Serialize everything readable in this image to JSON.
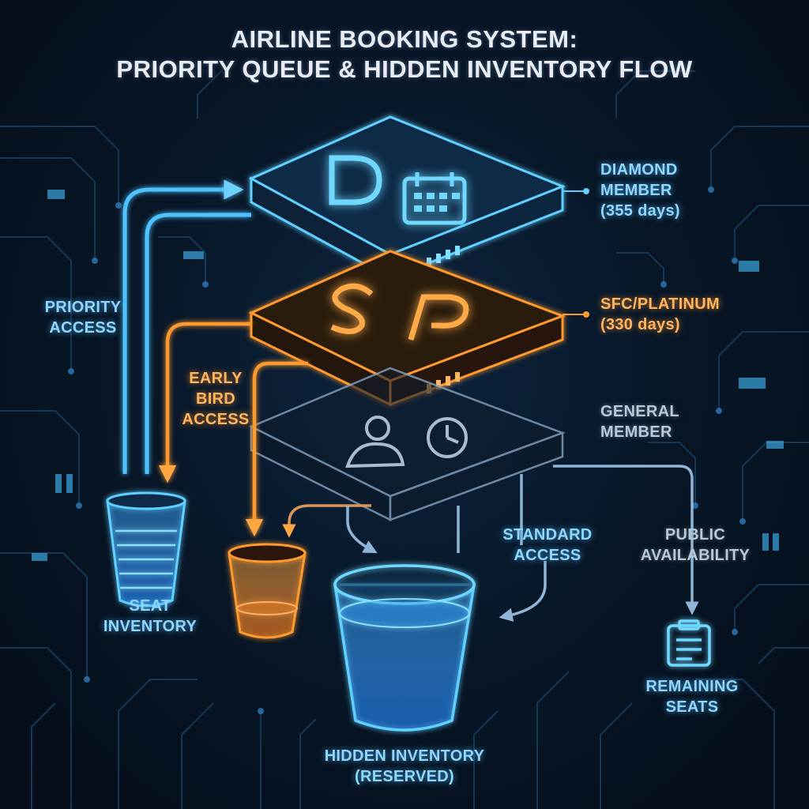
{
  "title": {
    "line1": "AIRLINE BOOKING SYSTEM:",
    "line2": "PRIORITY QUEUE & HIDDEN INVENTORY FLOW"
  },
  "tiers": {
    "diamond": {
      "badge": "D",
      "label1": "DIAMOND",
      "label2": "MEMBER",
      "label3": "(355 days)",
      "icon": "calendar-icon"
    },
    "platinum": {
      "badge1": "S",
      "badge2": "P",
      "label1": "SFC/PLATINUM",
      "label2": "(330 days)"
    },
    "general": {
      "label1": "GENERAL",
      "label2": "MEMBER",
      "icons": [
        "person-icon",
        "clock-icon"
      ]
    }
  },
  "flows": {
    "priority": {
      "line1": "PRIORITY",
      "line2": "ACCESS"
    },
    "early": {
      "line1": "EARLY",
      "line2": "BIRD",
      "line3": "ACCESS"
    },
    "standard": {
      "line1": "STANDARD",
      "line2": "ACCESS"
    },
    "public": {
      "line1": "PUBLIC",
      "line2": "AVAILABILITY"
    }
  },
  "containers": {
    "seat_inventory": {
      "line1": "SEAT",
      "line2": "INVENTORY"
    },
    "hidden_inventory": {
      "line1": "HIDDEN INVENTORY",
      "line2": "(RESERVED)"
    },
    "remaining": {
      "line1": "REMAINING",
      "line2": "SEATS",
      "icon": "clipboard-icon"
    }
  },
  "colors": {
    "diamond": "#4fc3ff",
    "platinum": "#ff9a2e",
    "general": "#7f9bb8",
    "background": "#081728"
  }
}
